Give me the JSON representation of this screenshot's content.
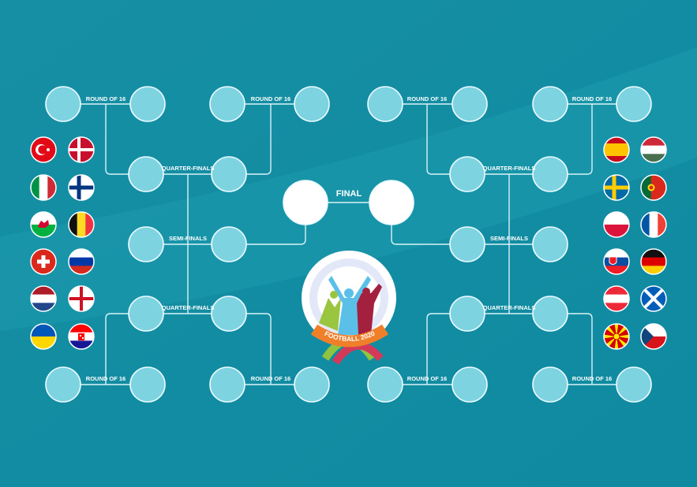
{
  "labels": {
    "round_of_16": "ROUND OF 16",
    "quarter_finals": "QUARTER-FINALS",
    "semi_finals": "SEMI-FINALS",
    "final": "FINAL"
  },
  "logo": {
    "text": "FOOTBALL 2020"
  },
  "colors": {
    "background": "#1493a7",
    "slot": "#7ed3e1",
    "final_slot": "#ffffff",
    "line": "#d9f3f8"
  },
  "flags_left": [
    "turkey",
    "denmark",
    "italy",
    "finland",
    "wales",
    "belgium",
    "switzerland",
    "russia",
    "netherlands",
    "england",
    "ukraine",
    "croatia"
  ],
  "flags_right": [
    "spain",
    "hungary",
    "sweden",
    "portugal",
    "poland",
    "france",
    "slovakia",
    "germany",
    "austria",
    "scotland",
    "north-macedonia",
    "czech-republic"
  ]
}
